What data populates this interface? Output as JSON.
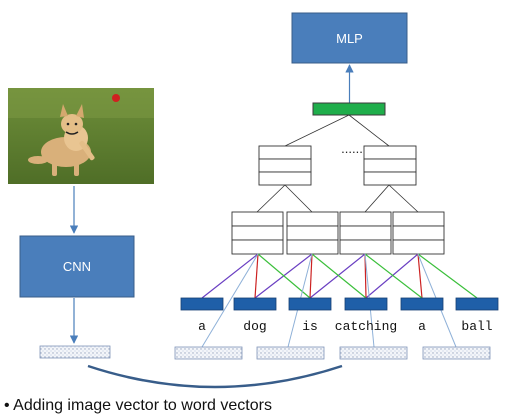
{
  "mlp_label": "MLP",
  "cnn_label": "CNN",
  "ellipsis": "......",
  "words": [
    "a",
    "dog",
    "is",
    "catching",
    "a",
    "ball"
  ],
  "bullet": "• Adding image vector to word vectors",
  "colors": {
    "block_blue": "#4a7ebb",
    "block_border": "#385d8a",
    "token_blue": "#1f5fa8",
    "output_green": "#1fae4b",
    "edge_purple": "#6a3fc2",
    "edge_red": "#cc2222",
    "edge_green": "#3bbf3b",
    "edge_lightblue": "#8fb1d8",
    "arrow": "#4a7ebb"
  },
  "icons": {
    "photo": "dog-photo-icon",
    "vectors": "dotted-vector-icon"
  }
}
